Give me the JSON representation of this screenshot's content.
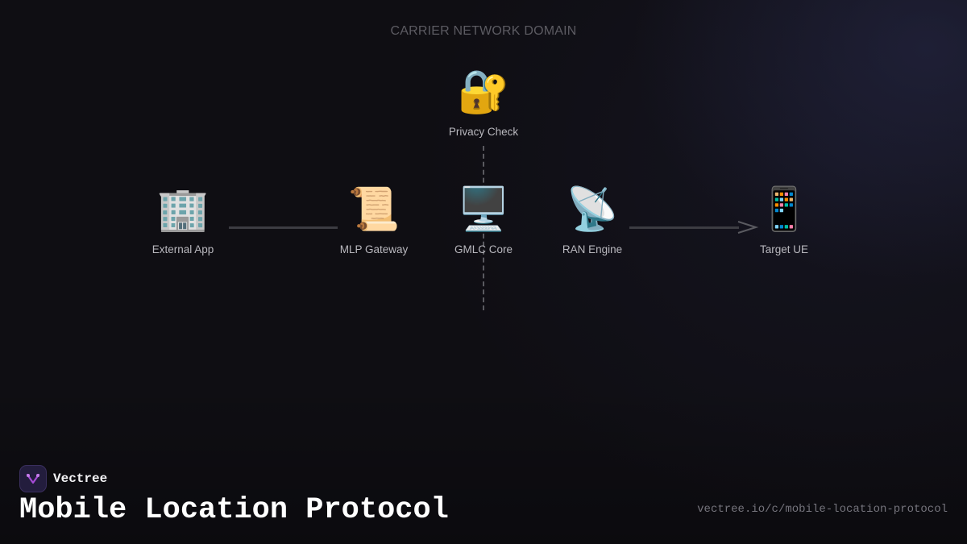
{
  "diagram": {
    "domain_label": "CARRIER NETWORK DOMAIN",
    "nodes": {
      "privacy_check": {
        "icon": "🔐",
        "icon_name": "lock-with-key-icon",
        "label": "Privacy Check"
      },
      "external_app": {
        "icon": "🏢",
        "icon_name": "office-building-icon",
        "label": "External App"
      },
      "mlp_gateway": {
        "icon": "📜",
        "icon_name": "scroll-icon",
        "label": "MLP Gateway"
      },
      "gmlc_core": {
        "icon": "🖥️",
        "icon_name": "desktop-computer-icon",
        "label": "GMLC Core"
      },
      "ran_engine": {
        "icon": "📡",
        "icon_name": "satellite-antenna-icon",
        "label": "RAN Engine"
      },
      "target_ue": {
        "icon": "📱",
        "icon_name": "mobile-phone-icon",
        "label": "Target UE"
      }
    },
    "edges": [
      {
        "from": "External App",
        "to": "MLP Gateway",
        "style": "solid"
      },
      {
        "from": "RAN Engine",
        "to": "Target UE",
        "style": "solid-arrow"
      },
      {
        "from": "Privacy Check",
        "to": "GMLC Core",
        "style": "dashed"
      }
    ]
  },
  "footer": {
    "brand_name": "Vectree",
    "title": "Mobile Location Protocol",
    "url": "vectree.io/c/mobile-location-protocol"
  },
  "colors": {
    "background": "#0f0e13",
    "connector": "#3c3c42",
    "label": "#b9b8be",
    "muted": "#5c5b62",
    "brand_accent": "#a64bd6"
  }
}
